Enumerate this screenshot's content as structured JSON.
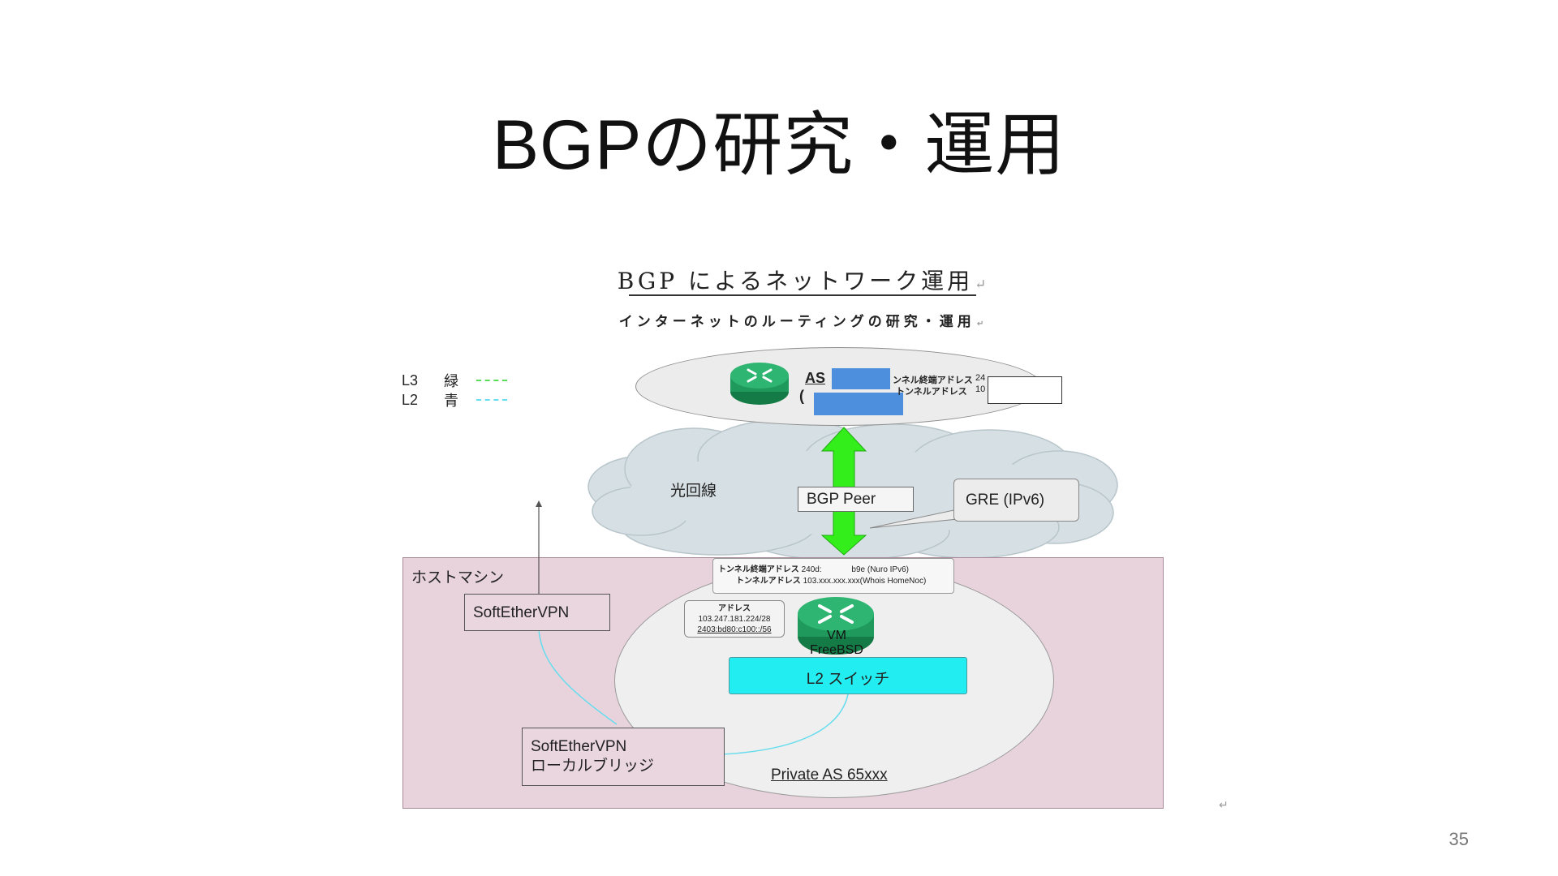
{
  "slide": {
    "title": "BGPの研究・運用",
    "page_number": "35"
  },
  "document": {
    "title": "BGP によるネットワーク運用",
    "subtitle": "インターネットのルーティングの研究・運用",
    "return_mark": "↵"
  },
  "legend": [
    {
      "name": "L3",
      "color_name": "緑",
      "line_color": "#55dd55"
    },
    {
      "name": "L2",
      "color_name": "青",
      "line_color": "#66ddee"
    }
  ],
  "diagram": {
    "upstream_as": {
      "as_label": "AS",
      "as_paren": "(",
      "tunnel_endpoint_label": "ンネル終端アドレス",
      "tunnel_endpoint_value": "24",
      "tunnel_address_label": "トンネルアドレス",
      "tunnel_address_value": "10",
      "redaction_color": "#4d8fdc"
    },
    "cloud_label": "光回線",
    "bgp_peer_label": "BGP Peer",
    "gre_label": "GRE (IPv6)",
    "host_machine_label": "ホストマシン",
    "softether_vpn_label": "SoftEtherVPN",
    "softether_bridge_label_line1": "SoftEtherVPN",
    "softether_bridge_label_line2": "ローカルブリッジ",
    "tunnel_info": {
      "endpoint_label": "トンネル終端アドレス",
      "endpoint_value": "240d:",
      "endpoint_value_tail": "b9e (Nuro IPv6)",
      "tunnel_label": "トンネルアドレス",
      "tunnel_value": "103.xxx.xxx.xxx(Whois HomeNoc)"
    },
    "address_box": {
      "title": "アドレス",
      "ipv4": "103.247.181.224/28",
      "ipv6": "2403:bd80:c100::/56"
    },
    "vm_label": "VM FreeBSD",
    "l2_switch_label": "L2 スイッチ",
    "private_as_label": "Private AS 65xxx",
    "colors": {
      "arrow": "#33ee1a",
      "l2_switch": "#22eef2",
      "router": "#1f9a5c",
      "host_machine": "#e8d3dc",
      "l2_line": "#66ddee"
    }
  }
}
